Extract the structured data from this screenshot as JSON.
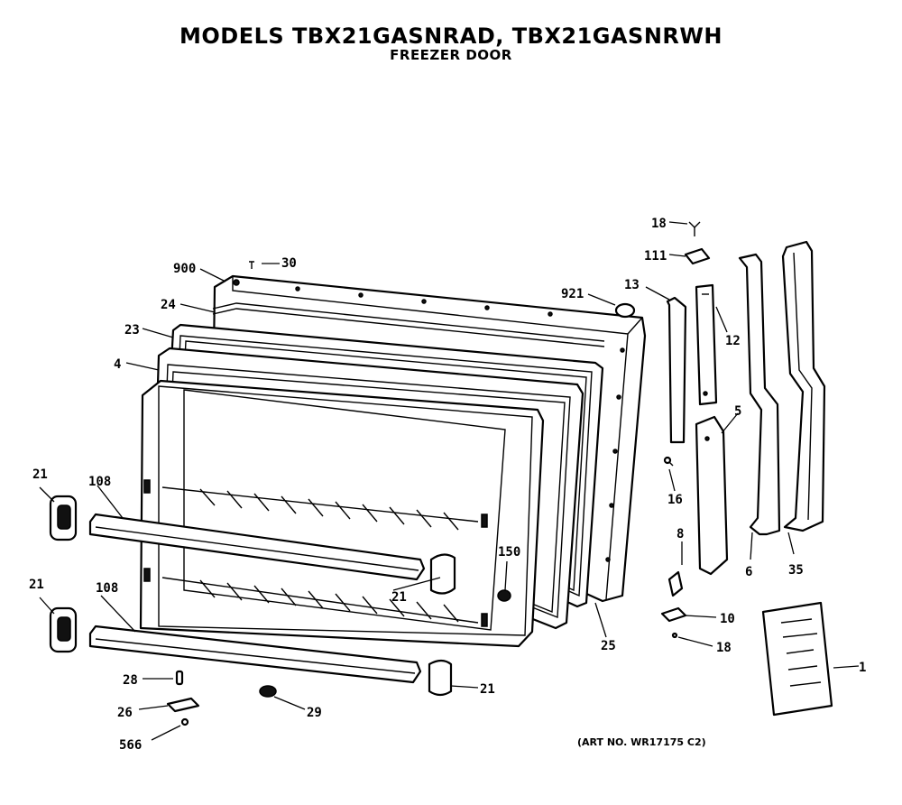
{
  "title": "MODELS TBX21GASNRAD, TBX21GASNRWH",
  "subtitle": "FREEZER DOOR",
  "art_number": "(ART NO. WR17175 C2)",
  "callouts": {
    "p900": "900",
    "p30": "30",
    "p24": "24",
    "p23": "23",
    "p4": "4",
    "p921": "921",
    "p18a": "18",
    "p111": "111",
    "p13": "13",
    "p12": "12",
    "p5": "5",
    "p16": "16",
    "p6": "6",
    "p35": "35",
    "p8": "8",
    "p10": "10",
    "p18b": "18",
    "p1": "1",
    "p21a": "21",
    "p108a": "108",
    "p21b": "21",
    "p108b": "108",
    "p150": "150",
    "p21c": "21",
    "p25": "25",
    "p28": "28",
    "p26": "26",
    "p566": "566",
    "p29": "29",
    "p21d": "21"
  }
}
